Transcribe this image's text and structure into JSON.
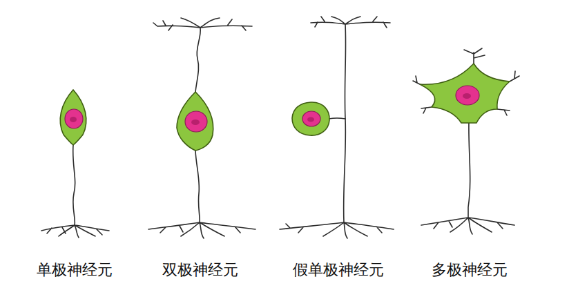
{
  "diagram": {
    "labels": [
      "单极神经元",
      "双极神经元",
      "假单极神经元",
      "多极神经元"
    ]
  }
}
